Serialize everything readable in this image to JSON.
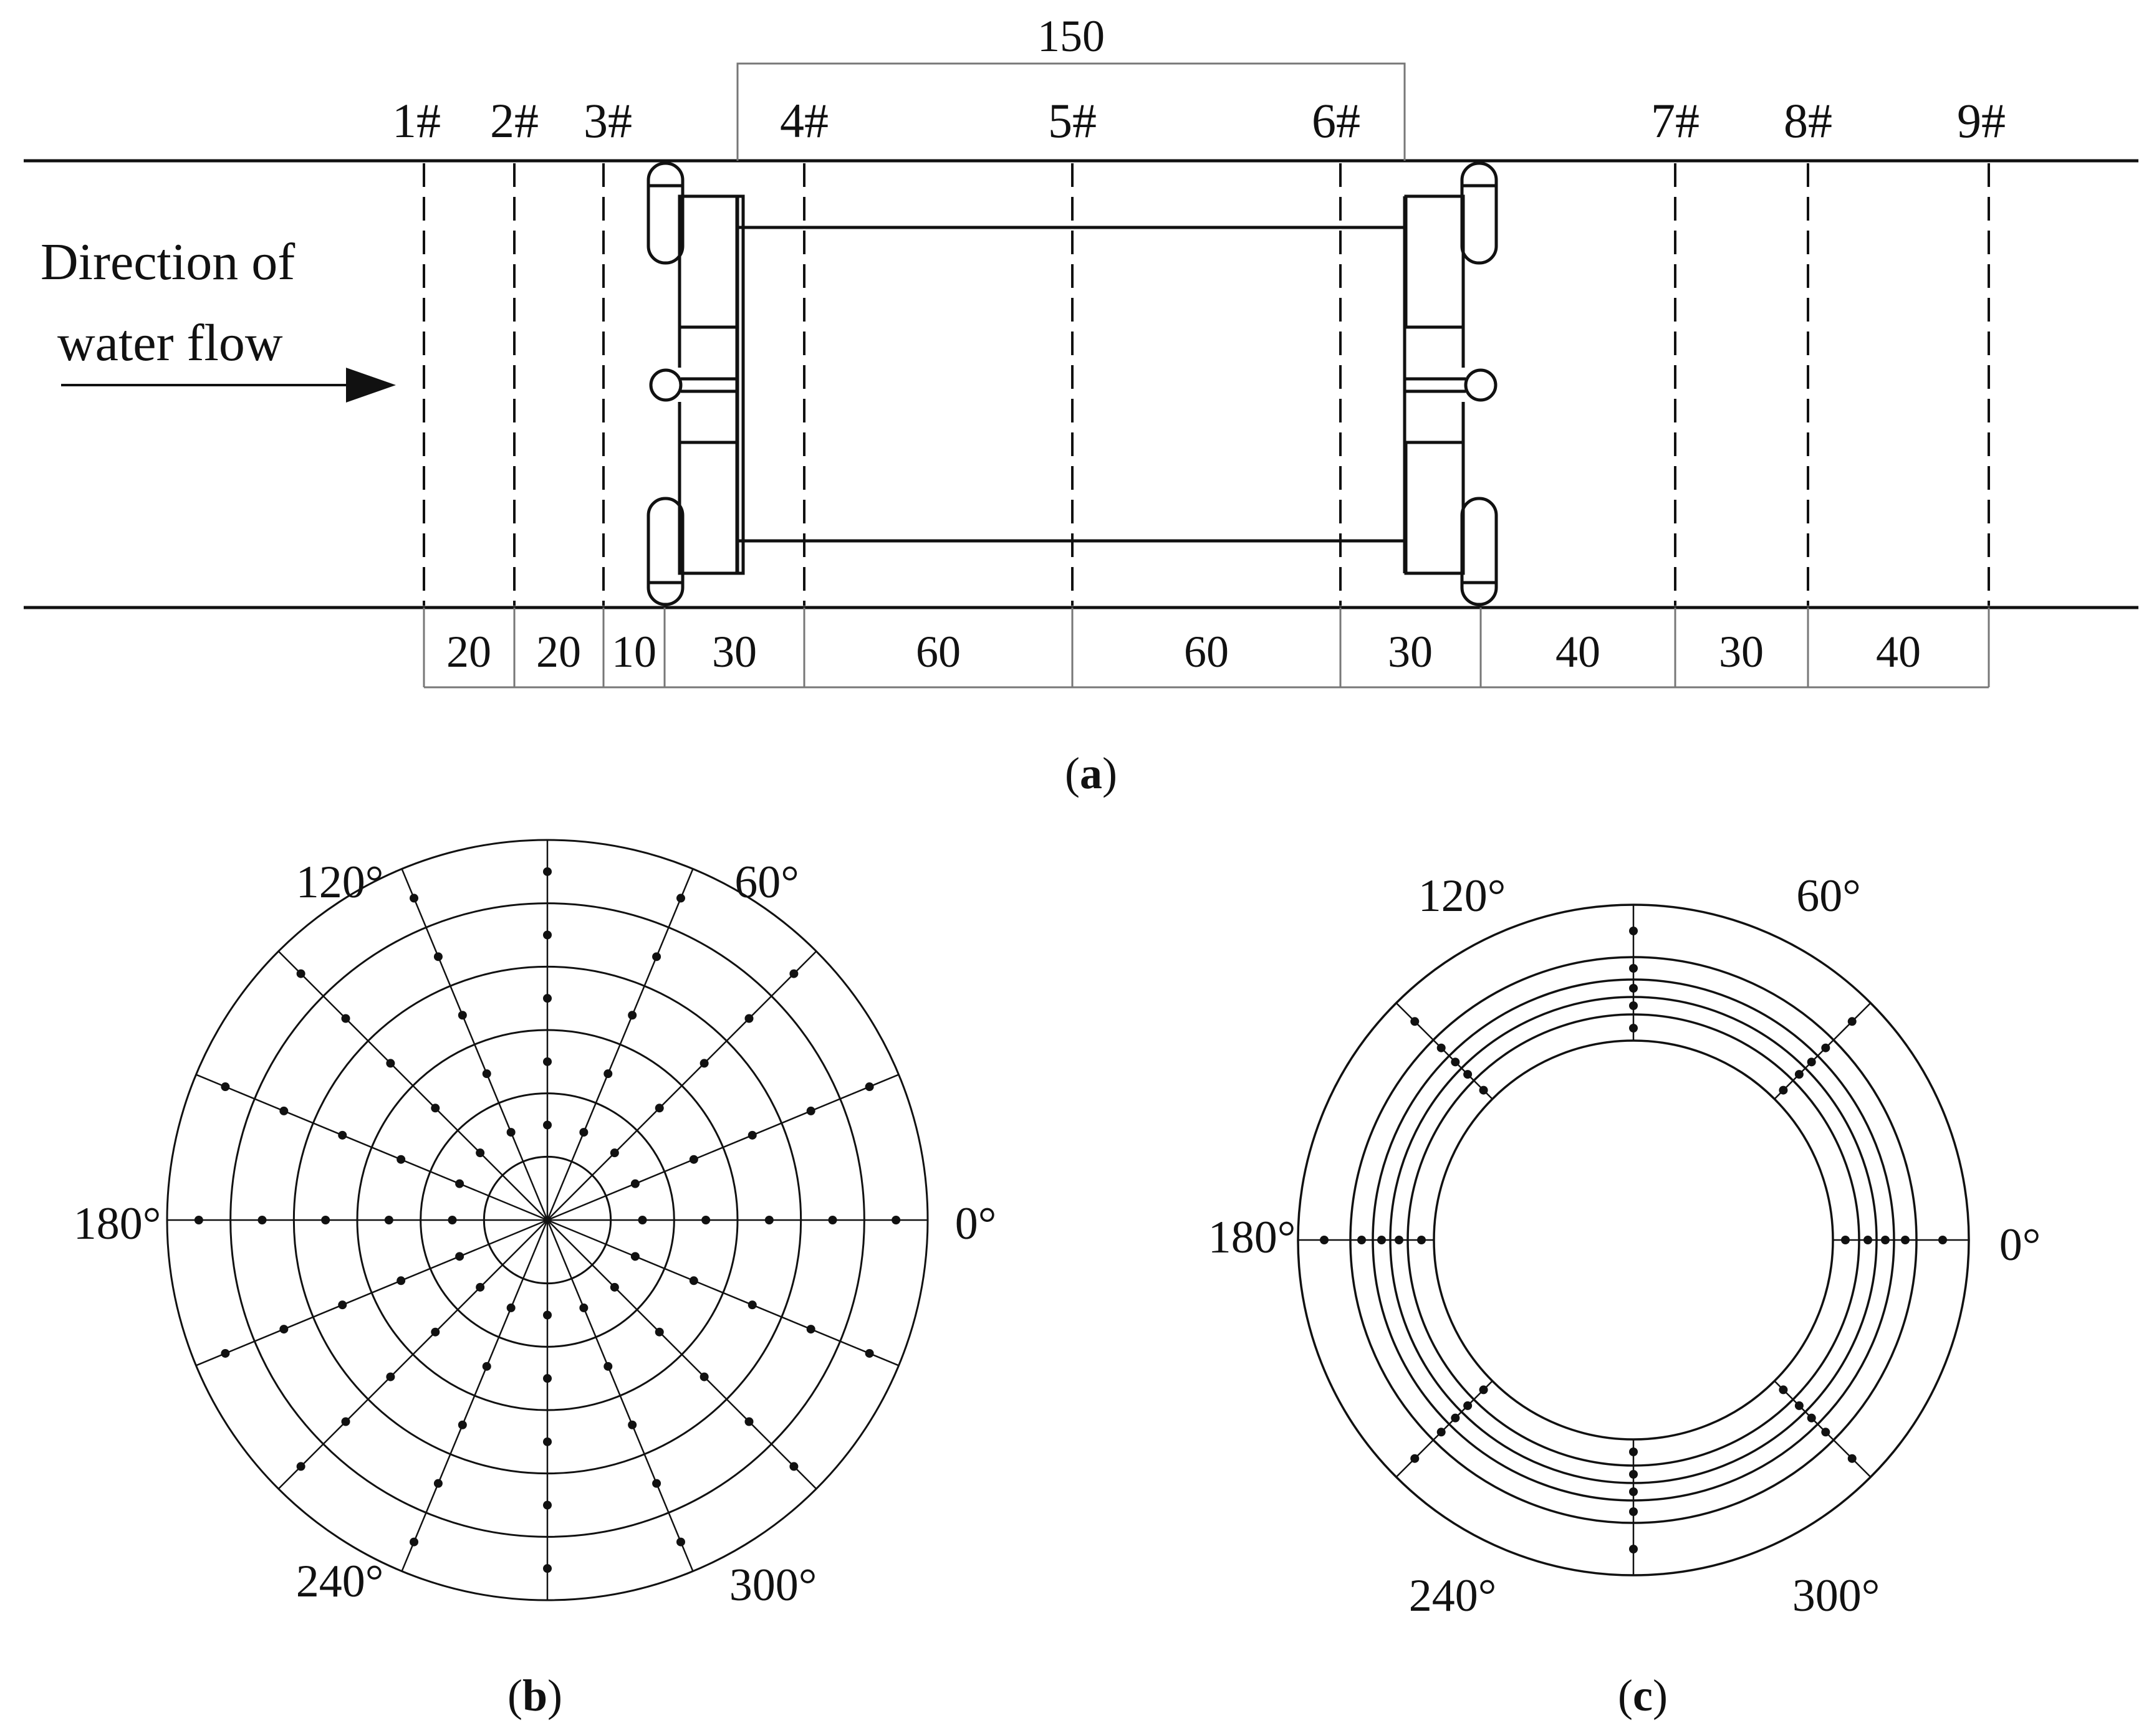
{
  "panel_a": {
    "flow_label_line1": "Direction of",
    "flow_label_line2": "water flow",
    "top_dimension": "150",
    "sections": [
      "1#",
      "2#",
      "3#",
      "4#",
      "5#",
      "6#",
      "7#",
      "8#",
      "9#"
    ],
    "bottom_dimensions": [
      "20",
      "20",
      "10",
      "30",
      "60",
      "60",
      "30",
      "40",
      "30",
      "40"
    ],
    "caption_open": "(",
    "caption_letter": "a",
    "caption_close": ")"
  },
  "panel_b": {
    "angle_labels": [
      "120°",
      "60°",
      "180°",
      "0°",
      "240°",
      "300°"
    ],
    "caption_open": "(",
    "caption_letter": "b",
    "caption_close": ")"
  },
  "panel_c": {
    "angle_labels": [
      "120°",
      "60°",
      "180°",
      "0°",
      "240°",
      "300°"
    ],
    "caption_open": "(",
    "caption_letter": "c",
    "caption_close": ")"
  },
  "colors": {
    "line": "#111111",
    "light_line": "#777777",
    "background": "#ffffff"
  }
}
